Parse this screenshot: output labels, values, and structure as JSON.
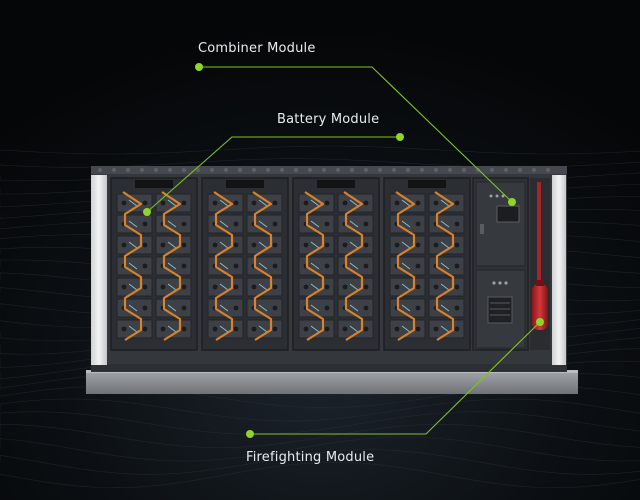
{
  "callouts": {
    "combiner": "Combiner Module",
    "battery": "Battery Module",
    "firefighting": "Firefighting Module"
  },
  "colors": {
    "background": "#07090b",
    "callout_line": "#7ec321",
    "callout_dot": "#8fd42a",
    "container_frame": "#3a3d42",
    "rack": "#2b2e33",
    "battery_pack": "#3d4046",
    "busbar": "#d9822b",
    "door_panel": "#e8eaec",
    "base": "#8e9196",
    "extinguisher": "#c0262b"
  },
  "icons": {
    "callout_marker": "dot-icon",
    "display": "display-screen-icon",
    "extinguisher": "fire-extinguisher-icon"
  },
  "counts": {
    "battery_racks": 4,
    "packs_per_column": 7
  }
}
